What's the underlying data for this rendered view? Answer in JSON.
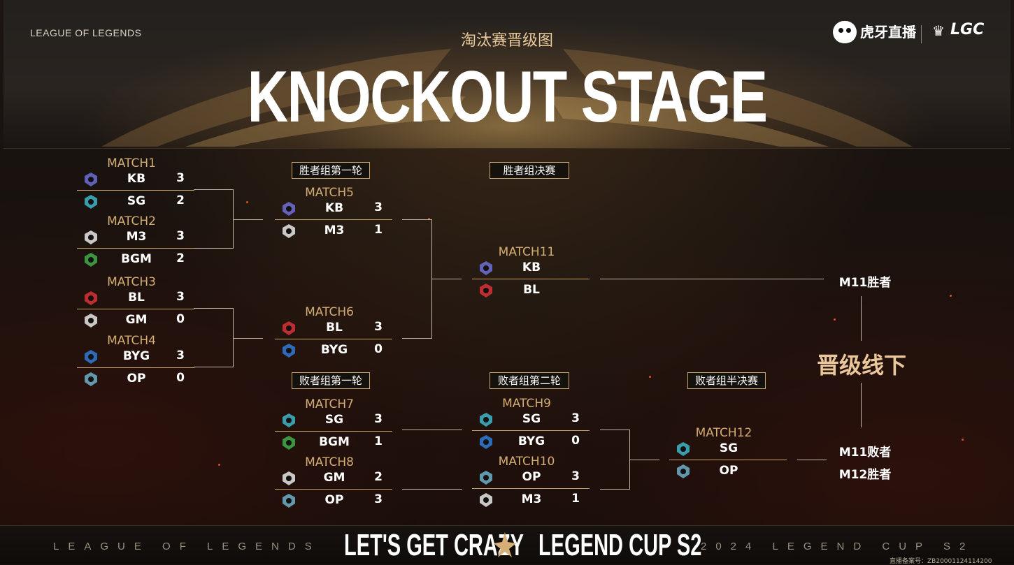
{
  "header": {
    "league_label": "LEAGUE OF LEGENDS",
    "subtitle_cn": "淘汰赛晋级图",
    "title": "KNOCKOUT STAGE",
    "brand_huya": "虎牙直播",
    "brand_lgc": "LGC"
  },
  "stages": {
    "winners_r1": "胜者组第一轮",
    "winners_final": "胜者组决赛",
    "losers_r1": "败者组第一轮",
    "losers_r2": "败者组第二轮",
    "losers_semi": "败者组半决赛"
  },
  "matches": {
    "m1": {
      "label": "MATCH1",
      "t1": "KB",
      "s1": "3",
      "t2": "SG",
      "s2": "2"
    },
    "m2": {
      "label": "MATCH2",
      "t1": "M3",
      "s1": "3",
      "t2": "BGM",
      "s2": "2"
    },
    "m3": {
      "label": "MATCH3",
      "t1": "BL",
      "s1": "3",
      "t2": "GM",
      "s2": "0"
    },
    "m4": {
      "label": "MATCH4",
      "t1": "BYG",
      "s1": "3",
      "t2": "OP",
      "s2": "0"
    },
    "m5": {
      "label": "MATCH5",
      "t1": "KB",
      "s1": "3",
      "t2": "M3",
      "s2": "1"
    },
    "m6": {
      "label": "MATCH6",
      "t1": "BL",
      "s1": "3",
      "t2": "BYG",
      "s2": "0"
    },
    "m7": {
      "label": "MATCH7",
      "t1": "SG",
      "s1": "3",
      "t2": "BGM",
      "s2": "1"
    },
    "m8": {
      "label": "MATCH8",
      "t1": "GM",
      "s1": "2",
      "t2": "OP",
      "s2": "3"
    },
    "m9": {
      "label": "MATCH9",
      "t1": "SG",
      "s1": "3",
      "t2": "BYG",
      "s2": "0"
    },
    "m10": {
      "label": "MATCH10",
      "t1": "OP",
      "s1": "3",
      "t2": "M3",
      "s2": "1"
    },
    "m11": {
      "label": "MATCH11",
      "t1": "KB",
      "s1": "",
      "t2": "BL",
      "s2": ""
    },
    "m12": {
      "label": "MATCH12",
      "t1": "SG",
      "s1": "",
      "t2": "OP",
      "s2": ""
    }
  },
  "outcomes": {
    "m11_winner": "M11胜者",
    "m11_loser": "M11败者",
    "m12_winner": "M12胜者",
    "advance": "晋级线下"
  },
  "footer": {
    "left_spaced": "LEAGUE OF LEGENDS",
    "slogan": "LET'S GET CRAZY",
    "cup": "LEGEND CUP S2",
    "right_spaced": "2024 LEGEND CUP S2",
    "record_no": "直播备案号：ZB20001124114200"
  },
  "team_colors": {
    "KB": "#6f6fd6",
    "SG": "#3fb6c8",
    "M3": "#e8e8e8",
    "BGM": "#3fae4a",
    "BL": "#d8333a",
    "GM": "#e8e8e8",
    "BYG": "#2f7bd6",
    "OP": "#6fb0c8"
  },
  "theme": {
    "gold": "#d4ad72",
    "line": "#bfb6a8",
    "background": "#140f0c"
  }
}
